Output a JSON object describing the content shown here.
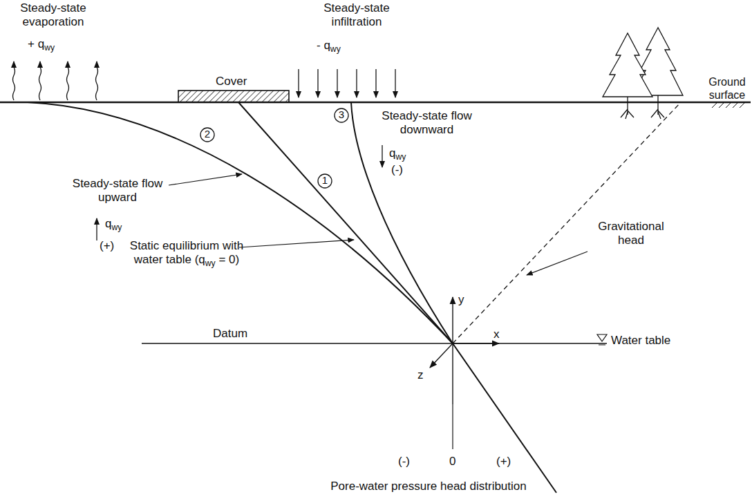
{
  "diagram": {
    "labels": [
      "Steady-state evaporation",
      "+ qwy",
      "Cover",
      "Steady-state infiltration",
      "- qwy",
      "Ground surface",
      "3",
      "Steady-state flow downward",
      "qwy",
      "(-)",
      "2",
      "Steady-state flow upward",
      "1",
      "qwy",
      "(+)",
      "Static equilibrium with water table (qwy = 0)",
      "Gravitational head",
      "Datum",
      "y",
      "x",
      "z",
      "Water table",
      "(-)",
      "0",
      "(+)",
      "Pore-water pressure head distribution"
    ]
  }
}
